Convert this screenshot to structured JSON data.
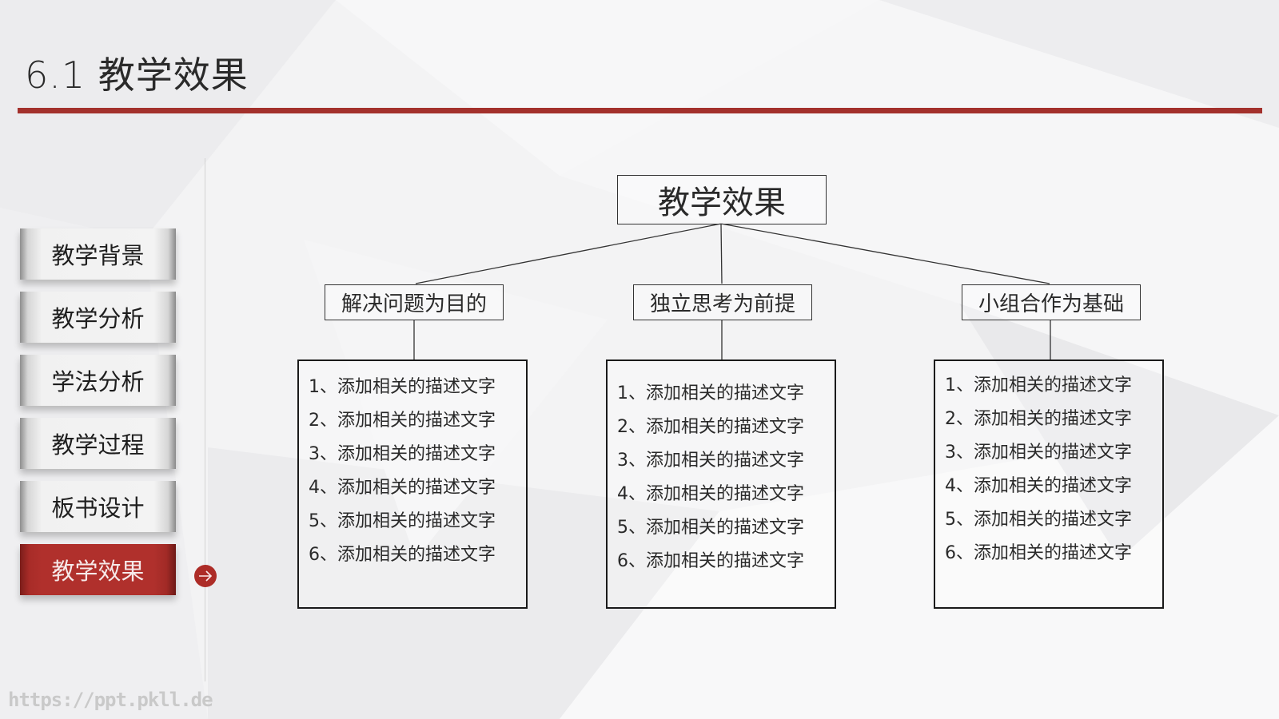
{
  "slide": {
    "title": "6.1 教学效果",
    "accent_color": "#a3312c",
    "watermark": "https://ppt.pkll.de"
  },
  "nav": {
    "items": [
      {
        "label": "教学背景",
        "active": false
      },
      {
        "label": "教学分析",
        "active": false
      },
      {
        "label": "学法分析",
        "active": false
      },
      {
        "label": "教学过程",
        "active": false
      },
      {
        "label": "板书设计",
        "active": false
      },
      {
        "label": "教学效果",
        "active": true
      }
    ],
    "current_indicator_icon": "arrow-right-circle-icon"
  },
  "diagram": {
    "root": "教学效果",
    "branches": [
      {
        "label": "解决问题为目的",
        "items": [
          "1、添加相关的描述文字",
          "2、添加相关的描述文字",
          "3、添加相关的描述文字",
          "4、添加相关的描述文字",
          "5、添加相关的描述文字",
          "6、添加相关的描述文字"
        ]
      },
      {
        "label": "独立思考为前提",
        "items": [
          "1、添加相关的描述文字",
          "2、添加相关的描述文字",
          "3、添加相关的描述文字",
          "4、添加相关的描述文字",
          "5、添加相关的描述文字",
          "6、添加相关的描述文字"
        ]
      },
      {
        "label": "小组合作为基础",
        "items": [
          "1、添加相关的描述文字",
          "2、添加相关的描述文字",
          "3、添加相关的描述文字",
          "4、添加相关的描述文字",
          "5、添加相关的描述文字",
          "6、添加相关的描述文字"
        ]
      }
    ]
  }
}
